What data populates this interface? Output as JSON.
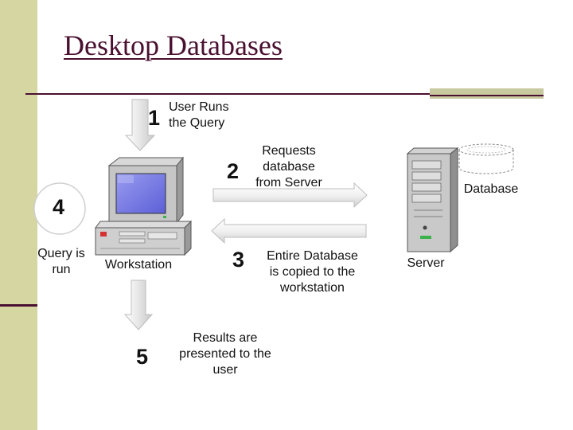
{
  "title": "Desktop Databases",
  "steps": {
    "s1": {
      "number": "1",
      "text": [
        "User Runs",
        "the Query"
      ]
    },
    "s2": {
      "number": "2",
      "text": [
        "Requests",
        "database",
        "from Server"
      ]
    },
    "s3": {
      "number": "3",
      "text": [
        "Entire Database",
        "is copied to the",
        "workstation"
      ]
    },
    "s4": {
      "number": "4",
      "text": [
        "Query is",
        "run"
      ]
    },
    "s5": {
      "number": "5",
      "text": [
        "Results are",
        "presented to the",
        "user"
      ]
    }
  },
  "nodes": {
    "workstation": "Workstation",
    "server": "Server",
    "database": "Database"
  },
  "colors": {
    "sidebar": "#d6d6a3",
    "accent": "#4a1030",
    "arrow_fill": "#eeeeee"
  }
}
